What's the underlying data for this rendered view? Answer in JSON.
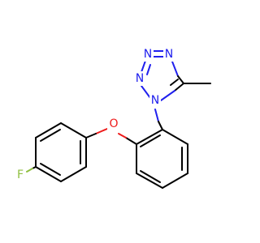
{
  "molecule": {
    "atoms": {
      "n_top_left": "N",
      "n_top_right": "N",
      "n_left": "N",
      "n_bottom": "N",
      "oxygen": "O",
      "fluorine": "F"
    },
    "colors": {
      "carbon_bond": "#000000",
      "nitrogen": "#2020ee",
      "oxygen": "#ee1b1b",
      "fluorine": "#8fbf40",
      "background": "#ffffff"
    }
  }
}
